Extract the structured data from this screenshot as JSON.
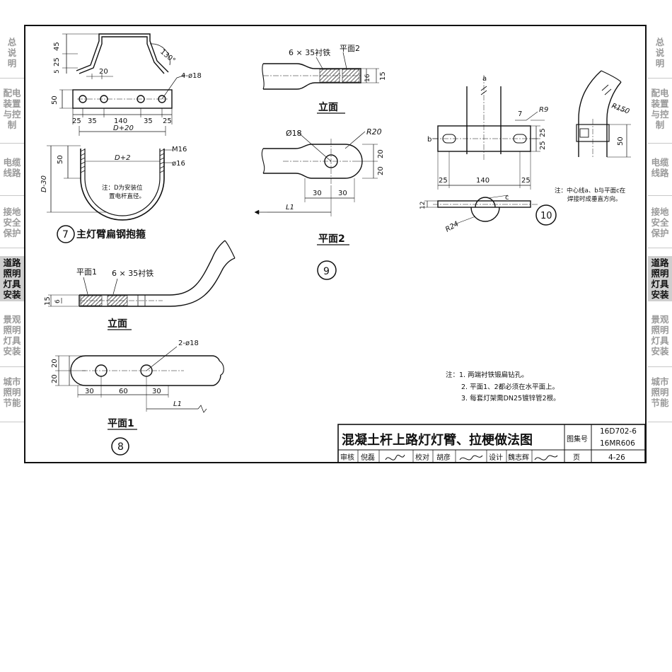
{
  "sidebar": {
    "left": [
      "总\n说\n明",
      "配电\n装置\n与控\n制",
      "电缆\n线路",
      "接地\n安全\n保护",
      "道路\n照明\n灯具\n安装",
      "景观\n照明\n灯具\n安装",
      "城市\n照明\n节能"
    ],
    "right": [
      "总\n说\n明",
      "配电\n装置\n与控\n制",
      "电缆\n线路",
      "接地\n安全\n保护",
      "道路\n照明\n灯具\n安装",
      "景观\n照明\n灯具\n安装",
      "城市\n照明\n节能"
    ],
    "active_index": 4
  },
  "fig7": {
    "number": "7",
    "title": "主灯臂扁钢抱箍",
    "dims": [
      "45",
      "25",
      "5",
      "20",
      "130°",
      "4-ø18",
      "50",
      "25",
      "35",
      "140",
      "35",
      "25",
      "D+20",
      "50",
      "D-30",
      "D+2",
      "M16",
      "ø16"
    ],
    "note_line1": "注：D为安装位",
    "note_line2": "置电杆直径。"
  },
  "fig8": {
    "number": "8",
    "view_elevation": "立面",
    "view_plan": "平面1",
    "label_plane": "平面1",
    "label_liner": "6 × 35衬铁",
    "label_holes": "2-ø18",
    "dims": [
      "15",
      "6",
      "20",
      "20",
      "30",
      "60",
      "30",
      "L1"
    ]
  },
  "fig9": {
    "number": "9",
    "view_elevation": "立面",
    "view_plan": "平面2",
    "label_liner": "6 × 35衬铁",
    "label_plane": "平面2",
    "label_hole": "Ø18",
    "label_radius": "R20",
    "dims": [
      "16",
      "15",
      "20",
      "20",
      "30",
      "30",
      "L1"
    ]
  },
  "fig10": {
    "number": "10",
    "labels": [
      "a",
      "b",
      "c",
      "7",
      "R9",
      "25",
      "25",
      "25",
      "140",
      "25",
      "12",
      "R24",
      "R150",
      "50"
    ],
    "note_line1": "注：中心线a、b与平面c在",
    "note_line2": "焊接时成垂直方向。"
  },
  "notes": [
    "注：1. 两端衬铁锻扁钻孔。",
    "2. 平面1、2都必须在水平面上。",
    "3. 每套灯架需DN25镀锌管2根。"
  ],
  "title_block": {
    "title": "混凝土杆上路灯灯臂、拉梗做法图",
    "atlas_label": "图集号",
    "atlas_no_1": "16D702-6",
    "atlas_no_2": "16MR606",
    "review_label": "审核",
    "review_name": "倪磊",
    "check_label": "校对",
    "check_name": "胡彦",
    "design_label": "设计",
    "design_name": "魏志辉",
    "page_label": "页",
    "page_no": "4-26"
  },
  "colors": {
    "line": "#111111",
    "sidebar_text": "#9a9a9a",
    "sidebar_active_bg": "#cfcfcf"
  }
}
